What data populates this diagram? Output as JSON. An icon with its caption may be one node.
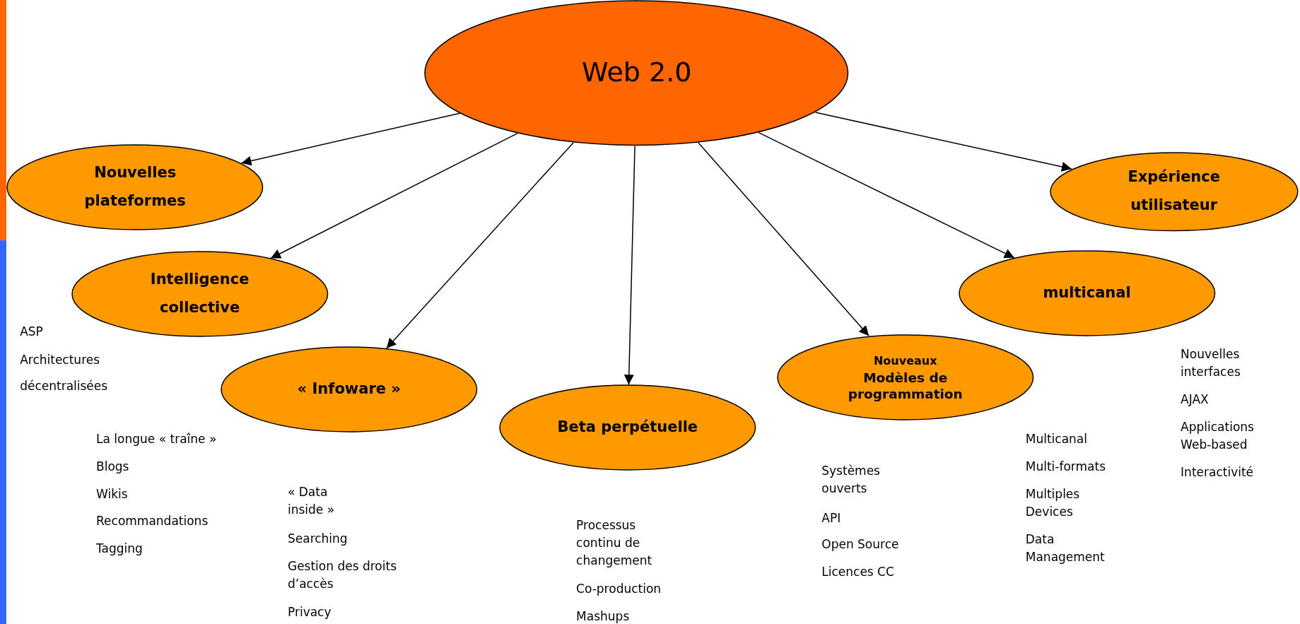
{
  "diagram": {
    "nodes": [
      {
        "text": [
          "Web 2.0"
        ]
      },
      {
        "text": [
          "Nouvelles plateformes"
        ]
      },
      {
        "text": [
          "Intelligence collective"
        ]
      },
      {
        "text": [
          "« Infoware »"
        ]
      },
      {
        "text": [
          "Beta perpétuelle"
        ]
      },
      {
        "text": [
          "Nouveaux",
          "Modèles de programmation"
        ]
      },
      {
        "text": [
          "multicanal"
        ]
      },
      {
        "text": [
          "Expérience utilisateur"
        ]
      }
    ],
    "edges": [
      {
        "from": 0,
        "to": 1,
        "arrow": "to"
      },
      {
        "from": 0,
        "to": 2,
        "arrow": "to"
      },
      {
        "from": 0,
        "to": 3,
        "arrow": "to"
      },
      {
        "from": 0,
        "to": 4,
        "arrow": "to"
      },
      {
        "from": 0,
        "to": 5,
        "arrow": "to"
      },
      {
        "from": 0,
        "to": 6,
        "arrow": "to"
      },
      {
        "from": 0,
        "to": 7,
        "arrow": "to"
      }
    ],
    "labels": [
      "ASP",
      "Architectures",
      "décentralisées",
      "La longue « traîne »",
      "Blogs",
      "Wikis",
      "Recommandations",
      "Tagging",
      "« Data inside »",
      "Searching",
      "Gestion des droits d’accès",
      "Privacy",
      "Processus continu de changement",
      "Co-production",
      "Mashups",
      "Systèmes ouverts",
      "API",
      "Open Source",
      "Licences CC",
      "Multicanal",
      "Multi-formats",
      "Multiples Devices",
      "Data Management",
      "Nouvelles interfaces",
      "AJAX",
      "Applications Web-based",
      "Interactivité"
    ]
  }
}
